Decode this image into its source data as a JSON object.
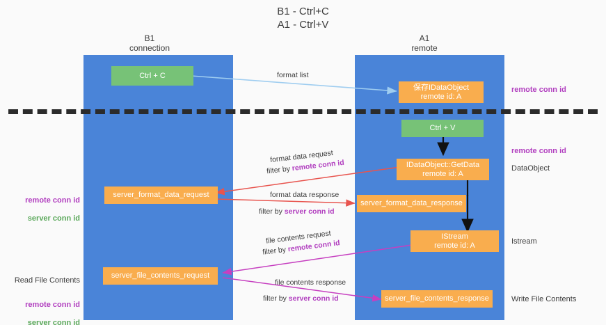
{
  "title": "B1 - Ctrl+C\nA1 - Ctrl+V",
  "columns": [
    {
      "name": "col-b1",
      "label": "B1\nconnection"
    },
    {
      "name": "col-a1",
      "label": "A1\nremote"
    }
  ],
  "nodes": [
    {
      "name": "node-ctrl-c",
      "line1": "Ctrl + C",
      "line2": ""
    },
    {
      "name": "node-idataobject",
      "line1": "保存IDataObject",
      "line2": "remote id: A"
    },
    {
      "name": "node-ctrl-v",
      "line1": "Ctrl + V",
      "line2": ""
    },
    {
      "name": "node-idataobject-getdata",
      "line1": "IDataObject::GetData",
      "line2": "remote id: A"
    },
    {
      "name": "node-server-format-data-request",
      "line1": "server_format_data_request",
      "line2": ""
    },
    {
      "name": "node-server-format-data-response",
      "line1": "server_format_data_response",
      "line2": ""
    },
    {
      "name": "node-istream",
      "line1": "IStream",
      "line2": "remote id: A"
    },
    {
      "name": "node-server-file-contents-request",
      "line1": "server_file_contents_request",
      "line2": ""
    },
    {
      "name": "node-server-file-contents-response",
      "line1": "server_file_contents_response",
      "line2": ""
    }
  ],
  "edge_labels": {
    "format_list": "format list",
    "format_data_request": "format data request",
    "format_data_request_filter_prefix": "filter by ",
    "format_data_request_filter_key": "remote conn id",
    "format_data_response": "format data response",
    "format_data_response_filter_prefix": "filter by ",
    "format_data_response_filter_key": "server conn id",
    "file_contents_request": "file contents request",
    "file_contents_request_filter_prefix": "filter by ",
    "file_contents_request_filter_key": "remote conn id",
    "file_contents_response": "file contents response",
    "file_contents_response_filter_prefix": "filter by ",
    "file_contents_response_filter_key": "server conn id"
  },
  "right_annotations": [
    {
      "name": "annot-remote-conn-id-top",
      "text": "remote conn id",
      "style": "purple"
    },
    {
      "name": "annot-remote-conn-id-mid",
      "text": "remote conn id",
      "style": "purple"
    },
    {
      "name": "annot-dataobject",
      "text": "DataObject",
      "style": "plain"
    },
    {
      "name": "annot-istream",
      "text": "Istream",
      "style": "plain"
    },
    {
      "name": "annot-write-file-contents",
      "text": "Write File Contents",
      "style": "plain"
    }
  ],
  "left_annotations": [
    {
      "name": "annot-conn-ids-mid",
      "remote": "remote conn id",
      "server": "server conn id",
      "heading": ""
    },
    {
      "name": "annot-read-file-contents",
      "remote": "remote conn id",
      "server": "server conn id",
      "heading": "Read File Contents"
    }
  ],
  "colors": {
    "lane": "#4a84d8",
    "green_node": "#77c277",
    "orange_node": "#f9ad4e",
    "purple_key": "#b13ebf",
    "green_key": "#5aa85a",
    "divider": "#2b2b2b",
    "arrow_light_blue": "#9fcdf0",
    "arrow_red": "#e8544e",
    "arrow_magenta": "#c63fc0",
    "arrow_black": "#111111",
    "background": "#fafafa"
  }
}
